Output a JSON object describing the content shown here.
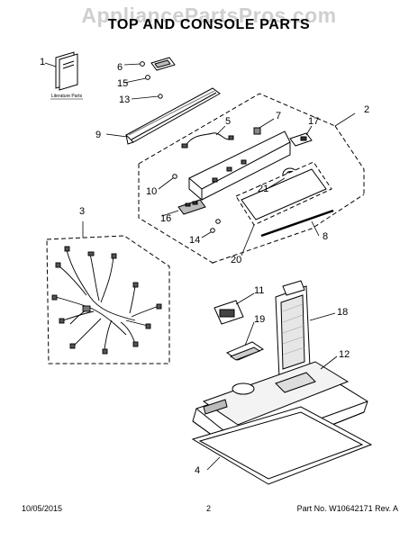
{
  "watermark": "AppliancePartsPros.com",
  "title": "TOP AND CONSOLE PARTS",
  "literature_label": "Literature Parts",
  "footer": {
    "date": "10/05/2015",
    "page": "2",
    "part_no": "Part No.  W10642171  Rev. A"
  },
  "callouts": {
    "c1": "1",
    "c2": "2",
    "c3": "3",
    "c4": "4",
    "c5": "5",
    "c6": "6",
    "c7": "7",
    "c8": "8",
    "c9": "9",
    "c10": "10",
    "c11": "11",
    "c12": "12",
    "c13": "13",
    "c14": "14",
    "c15": "15",
    "c16": "16",
    "c17": "17",
    "c18": "18",
    "c19": "19",
    "c20": "20",
    "c21": "21"
  }
}
